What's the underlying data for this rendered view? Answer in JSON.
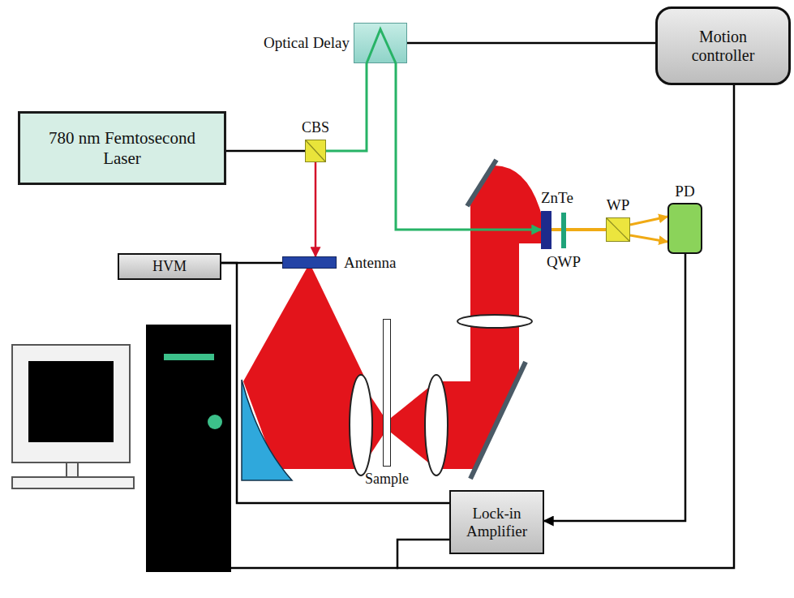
{
  "diagram": {
    "nodes": [
      {
        "text": [
          "780 nm Femtosecond Laser"
        ]
      },
      {
        "text": [
          "Optical Delay"
        ]
      },
      {
        "text": [
          "Motion controller"
        ]
      },
      {
        "text": [
          "CBS"
        ]
      },
      {
        "text": [
          "HVM"
        ]
      },
      {
        "text": [
          "Antenna"
        ]
      },
      {
        "text": [
          "ZnTe"
        ]
      },
      {
        "text": [
          "QWP"
        ]
      },
      {
        "text": [
          "WP"
        ]
      },
      {
        "text": [
          "PD"
        ]
      },
      {
        "text": [
          "Sample"
        ]
      },
      {
        "text": [
          "Lock-in Amplifier"
        ]
      }
    ],
    "edges": [
      {
        "from": 0,
        "to": 3,
        "arrow": "none"
      },
      {
        "from": 3,
        "to": 1,
        "arrow": "none"
      },
      {
        "from": 1,
        "to": 6,
        "arrow": "to"
      },
      {
        "from": 3,
        "to": 5,
        "arrow": "to"
      },
      {
        "from": 1,
        "to": 2,
        "arrow": "none"
      },
      {
        "from": 4,
        "to": 5,
        "arrow": "none"
      },
      {
        "from": 4,
        "to": 11,
        "arrow": "none"
      },
      {
        "from": 9,
        "to": 11,
        "arrow": "to"
      },
      {
        "from": 2,
        "to": 11,
        "arrow": "none"
      },
      {
        "from": 6,
        "to": 7,
        "arrow": "none"
      },
      {
        "from": 7,
        "to": 8,
        "arrow": "none"
      },
      {
        "from": 8,
        "to": 9,
        "arrow": "to"
      },
      {
        "from": 8,
        "to": 9,
        "arrow": "to"
      }
    ]
  }
}
